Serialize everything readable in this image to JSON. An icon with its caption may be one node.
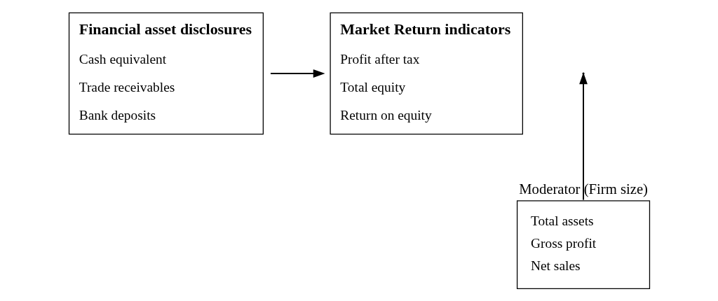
{
  "diagram": {
    "nodes": [
      {
        "text": [
          "Financial asset disclosures",
          "Cash equivalent",
          "Trade receivables",
          "Bank deposits"
        ]
      },
      {
        "text": [
          "Market Return indicators",
          "Profit after tax",
          "Total equity",
          "Return on equity"
        ]
      },
      {
        "text": [
          "Moderator (Firm size)",
          "Total assets",
          "Gross profit",
          "Net sales"
        ]
      }
    ],
    "edges": [
      {
        "from": 0,
        "to": 1,
        "arrow": "to"
      },
      {
        "from": 2,
        "to": null,
        "arrow": "to"
      }
    ]
  }
}
